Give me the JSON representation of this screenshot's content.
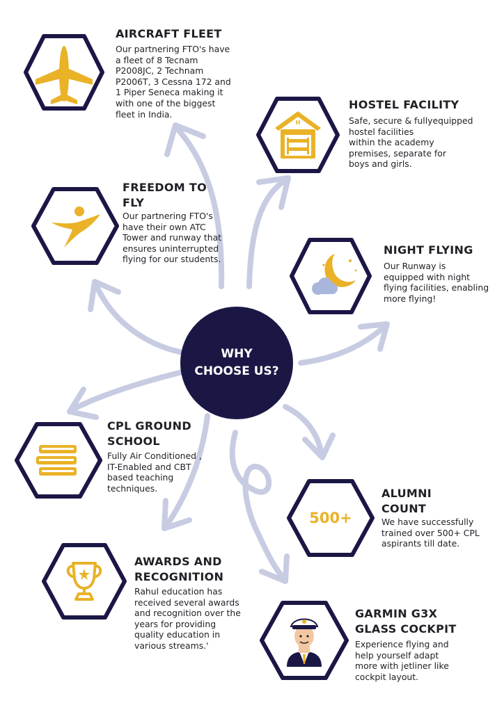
{
  "center": {
    "line1": "WHY",
    "line2": "CHOOSE US?"
  },
  "colors": {
    "navy": "#1b1745",
    "gold": "#e9b227",
    "arrow": "#c7cce3",
    "text": "#1f1f26"
  },
  "features": [
    {
      "id": "aircraft-fleet",
      "icon": "airplane-icon",
      "title": [
        "AIRCRAFT FLEET"
      ],
      "desc": [
        "Our partnering FTO's have",
        "a fleet of 8 Tecnam",
        "P2008JC, 2 Technam",
        "P2006T, 3 Cessna 172 and",
        "1 Piper Seneca making it",
        "with one of the biggest",
        "fleet in India."
      ]
    },
    {
      "id": "hostel-facility",
      "icon": "hostel-icon",
      "title": [
        "HOSTEL FACILITY"
      ],
      "desc": [
        "Safe, secure & fullyequipped",
        "hostel facilities",
        "within the academy",
        "premises, separate for",
        "boys and girls."
      ]
    },
    {
      "id": "freedom-to-fly",
      "icon": "flying-person-icon",
      "title": [
        "FREEDOM TO",
        "FLY"
      ],
      "desc": [
        "Our partnering FTO's",
        "have their own ATC",
        "Tower and runway that",
        "ensures uninterrupted",
        "flying for our students."
      ]
    },
    {
      "id": "night-flying",
      "icon": "moon-cloud-icon",
      "title": [
        "NIGHT FLYING"
      ],
      "desc": [
        "Our Runway is",
        "equipped with night",
        "flying facilities, enabling",
        "more flying!"
      ]
    },
    {
      "id": "cpl-ground-school",
      "icon": "books-icon",
      "title": [
        "CPL GROUND",
        "SCHOOL"
      ],
      "desc": [
        "Fully Air Conditioned ,",
        "IT-Enabled and CBT",
        "based teaching",
        "techniques."
      ]
    },
    {
      "id": "alumni-count",
      "icon": "count-text",
      "count": "500+",
      "title": [
        "ALUMNI",
        "COUNT"
      ],
      "desc": [
        "We have successfully",
        "trained over 500+ CPL",
        "aspirants till date."
      ]
    },
    {
      "id": "awards",
      "icon": "trophy-icon",
      "title": [
        "AWARDS AND",
        "RECOGNITION"
      ],
      "desc": [
        "Rahul education has",
        "received several awards",
        "and recognition over the",
        "years for providing",
        "quality education in",
        "various streams.'"
      ]
    },
    {
      "id": "garmin",
      "icon": "pilot-icon",
      "title": [
        "GARMIN G3X",
        "GLASS COCKPIT"
      ],
      "desc": [
        "Experience flying and",
        "help yourself adapt",
        "more with jetliner like",
        "cockpit layout."
      ]
    }
  ]
}
